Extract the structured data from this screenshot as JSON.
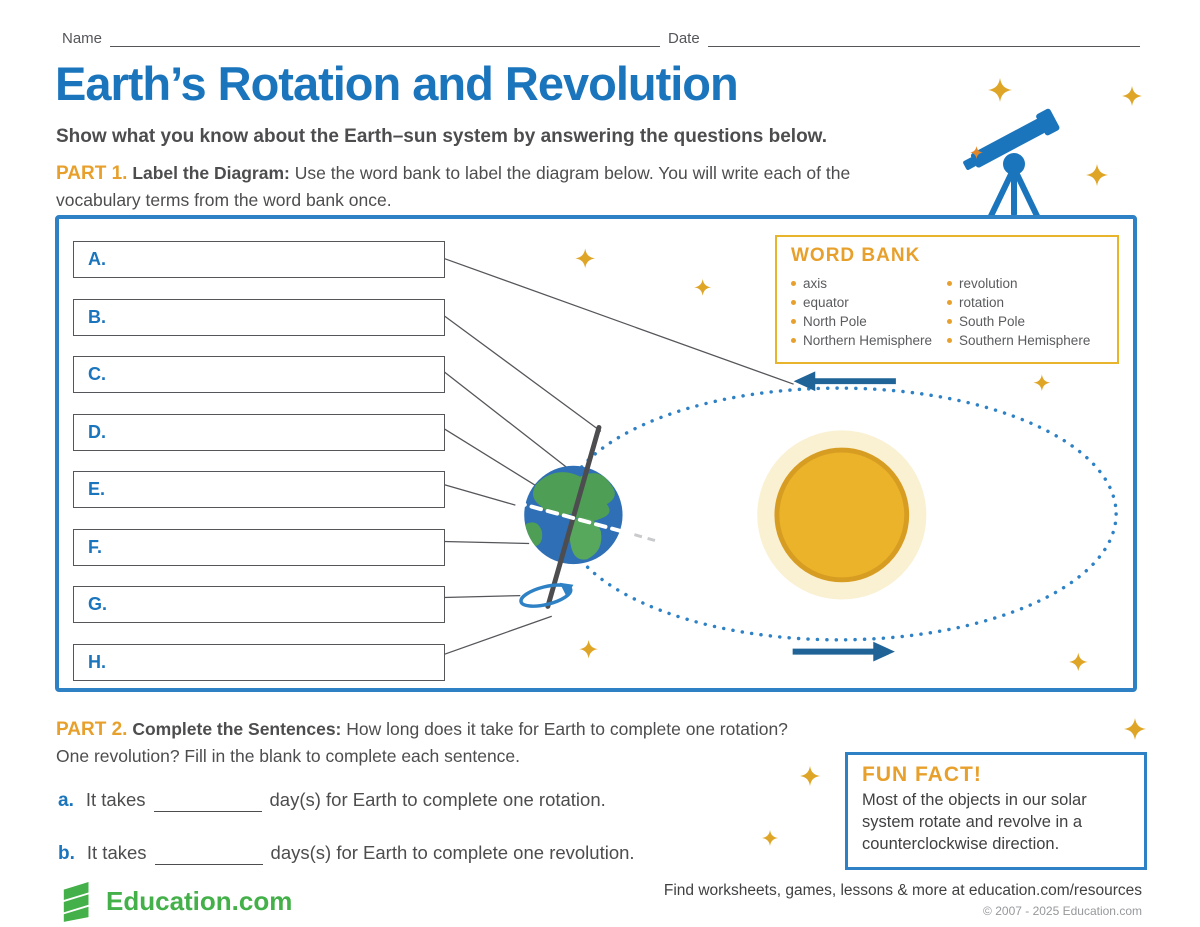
{
  "header": {
    "name_label": "Name",
    "date_label": "Date"
  },
  "title": "Earth’s Rotation and Revolution",
  "subtitle": "Show what you know about the Earth–sun system by answering the questions below.",
  "part1": {
    "label": "PART 1.",
    "heading": "Label the Diagram:",
    "text": "Use the word bank to label the diagram below. You will write each of the vocabulary terms from the word bank once.",
    "answer_letters": [
      "A.",
      "B.",
      "C.",
      "D.",
      "E.",
      "F.",
      "G.",
      "H."
    ]
  },
  "word_bank": {
    "title": "WORD BANK",
    "col1": [
      "axis",
      "equator",
      "North Pole",
      "Northern Hemisphere"
    ],
    "col2": [
      "revolution",
      "rotation",
      "South Pole",
      "Southern Hemisphere"
    ]
  },
  "part2": {
    "label": "PART 2.",
    "heading": "Complete the Sentences:",
    "text": "How long does it take for Earth to complete one rotation? One revolution? Fill in the blank to complete each sentence.",
    "sentences": [
      {
        "letter": "a.",
        "pre": "It takes",
        "post": "day(s) for Earth to complete one rotation."
      },
      {
        "letter": "b.",
        "pre": "It takes",
        "post": "days(s) for Earth to complete one revolution."
      }
    ]
  },
  "fun_fact": {
    "title": "FUN FACT!",
    "text": "Most of the objects in our solar system rotate and revolve in a counterclockwise direction."
  },
  "footer": {
    "logo_text": "Education.com",
    "resources_text": "Find worksheets, games, lessons & more at education.com/resources",
    "copyright": "© 2007 - 2025 Education.com"
  },
  "colors": {
    "title_blue": "#1b75bc",
    "accent_gold": "#e8a02c",
    "diagram_border_blue": "#2e81c4",
    "star_gold": "#dfa526",
    "education_green": "#43b049"
  }
}
